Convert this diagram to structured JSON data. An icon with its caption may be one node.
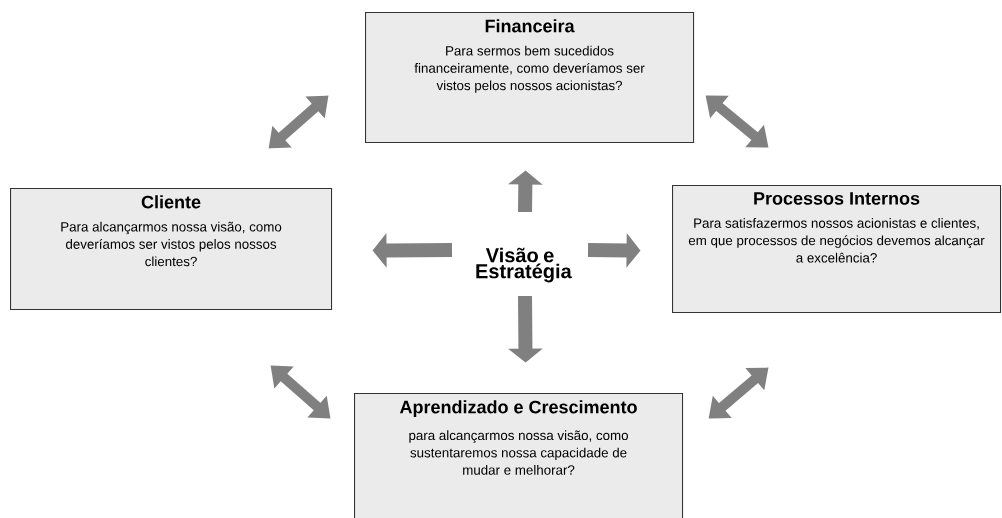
{
  "diagram": {
    "nodes": [
      {
        "text": [
          "Financeira",
          "Para sermos bem sucedidos financeiramente, como deveríamos ser vistos pelos nossos acionistas?"
        ]
      },
      {
        "text": [
          "Cliente",
          "Para alcançarmos nossa visão, como deveríamos ser vistos pelos nossos clientes?"
        ]
      },
      {
        "text": [
          "Visão e Estratégia"
        ]
      },
      {
        "text": [
          "Processos Internos",
          "Para satisfazermos nossos acionistas e clientes, em que processos de negócios devemos alcançar a excelência?"
        ]
      },
      {
        "text": [
          "Aprendizado e Crescimento",
          "para alcançarmos nossa visão, como sustentaremos nossa capacidade de mudar e melhorar?"
        ]
      }
    ],
    "edges": [
      {
        "from": 2,
        "to": 0,
        "arrow": "to"
      },
      {
        "from": 2,
        "to": 1,
        "arrow": "to"
      },
      {
        "from": 2,
        "to": 3,
        "arrow": "to"
      },
      {
        "from": 2,
        "to": 4,
        "arrow": "to"
      },
      {
        "from": 1,
        "to": 0,
        "arrow": "both"
      },
      {
        "from": 0,
        "to": 3,
        "arrow": "both"
      },
      {
        "from": 1,
        "to": 4,
        "arrow": "both"
      },
      {
        "from": 4,
        "to": 3,
        "arrow": "both"
      }
    ]
  }
}
